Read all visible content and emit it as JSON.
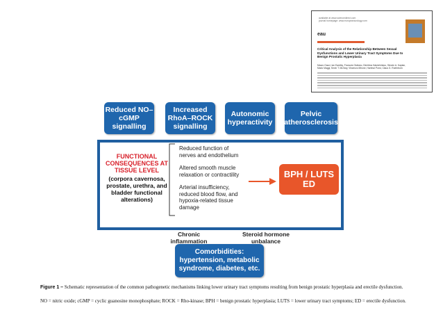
{
  "paper_thumbnail": {
    "header_lines": [
      "available at www.sciencedirect.com",
      "journal homepage: www.europeanurology.com"
    ],
    "publisher_logo": "eau",
    "article_title": "Critical Analysis of the Relationship Between Sexual\nDysfunctions and Lower Urinary Tract Symptoms Due to\nBenign Prostatic Hyperplasia",
    "authors": "Mauro Gacci, Ian Eardley, Francois Giuliano, Dimitrios Hatzichristou, Steven A. Kaplan,\nMario Maggi, Kevin T. McVary, Vincenzo Mirone, Hartmut Porst, Claus G. Roehrborn"
  },
  "mechanisms": [
    {
      "label": "Reduced NO–\ncGMP\nsignalling"
    },
    {
      "label": "Increased\nRhoA–ROCK\nsignalling"
    },
    {
      "label": "Autonomic\nhyperactivity"
    },
    {
      "label": "Pelvic\natherosclerosis"
    }
  ],
  "functional": {
    "title": "FUNCTIONAL\nCONSEQUENCES AT\nTISSUE LEVEL",
    "detail": "(corpora cavernosa,\nprostate, urethra, and\nbladder functional\nalterations)"
  },
  "consequences": [
    "Reduced function of\nnerves and endothelium",
    "Altered smooth muscle\nrelaxation or contractility",
    "Arterial insufficiency,\nreduced blood flow, and\nhypoxia-related tissue\ndamage"
  ],
  "outcome": "BPH / LUTS\nED",
  "bottom_labels": {
    "left": "Chronic\ninflammation",
    "right": "Steroid hormone\nunbalance"
  },
  "comorbidities": "Comorbidities:\nhypertension, metabolic\nsyndrome, diabetes, etc.",
  "caption": {
    "figure_label": "Figure 1 –",
    "text": " Schematic representation of the common pathogenetic mechanisms linking lower urinary tract symptoms resulting from benign prostatic hyperplasia and erectile dysfunction.",
    "abbreviations": "NO = nitric oxide; cGMP = cyclic guanosine monophosphate; ROCK = Rho-kinase; BPH = benign prostatic hyperplasia; LUTS = lower urinary tract symptoms; ED = erectile dysfunction."
  },
  "colors": {
    "box_blue": "#1f66ad",
    "functional_red": "#d8202a",
    "outcome_orange": "#e8562a"
  }
}
